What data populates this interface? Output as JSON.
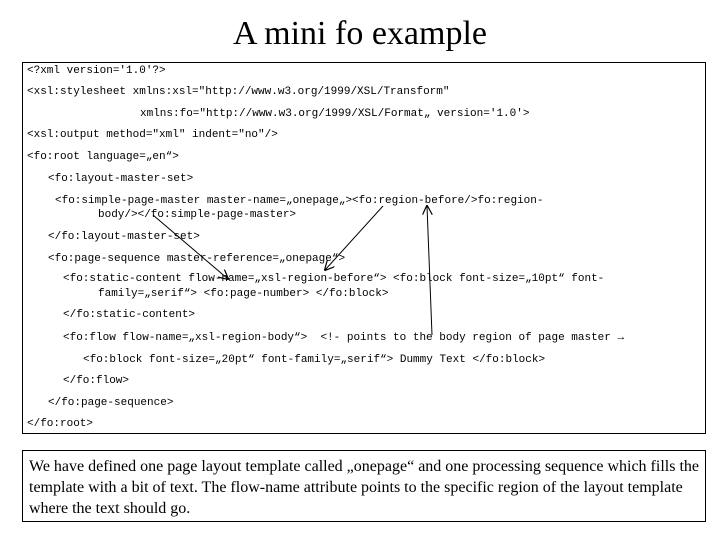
{
  "title": "A mini fo example",
  "code_lines": [
    "<?xml version='1.0'?>",
    "<xsl:stylesheet xmlns:xsl=\"http://www.w3.org/1999/XSL/Transform\"",
    "xmlns:fo=\"http://www.w3.org/1999/XSL/Format„ version='1.0'>",
    "<xsl:output method=\"xml\" indent=\"no\"/>",
    "<fo:root language=„en“>",
    "<fo:layout-master-set>",
    "<fo:simple-page-master master-name=„onepage„><fo:region-before/>fo:region-",
    "body/></fo:simple-page-master>",
    "</fo:layout-master-set>",
    "<fo:page-sequence master-reference=„onepage“>",
    "<fo:static-content flow-name=„xsl-region-before“> <fo:block font-size=„10pt“ font-",
    "family=„serif“> <fo:page-number> </fo:block>",
    "</fo:static-content>",
    "<fo:flow flow-name=„xsl-region-body“>  <!- points to the body region of page master →",
    "<fo:block font-size=„20pt“ font-family=„serif“> Dummy Text </fo:block>",
    "</fo:flow>",
    "</fo:page-sequence>",
    "</fo:root>"
  ],
  "description": "We have defined one page layout template called „onepage“ and one processing sequence which fills the template with a bit of text. The flow-name attribute points to the specific region of the layout template where the text should go."
}
